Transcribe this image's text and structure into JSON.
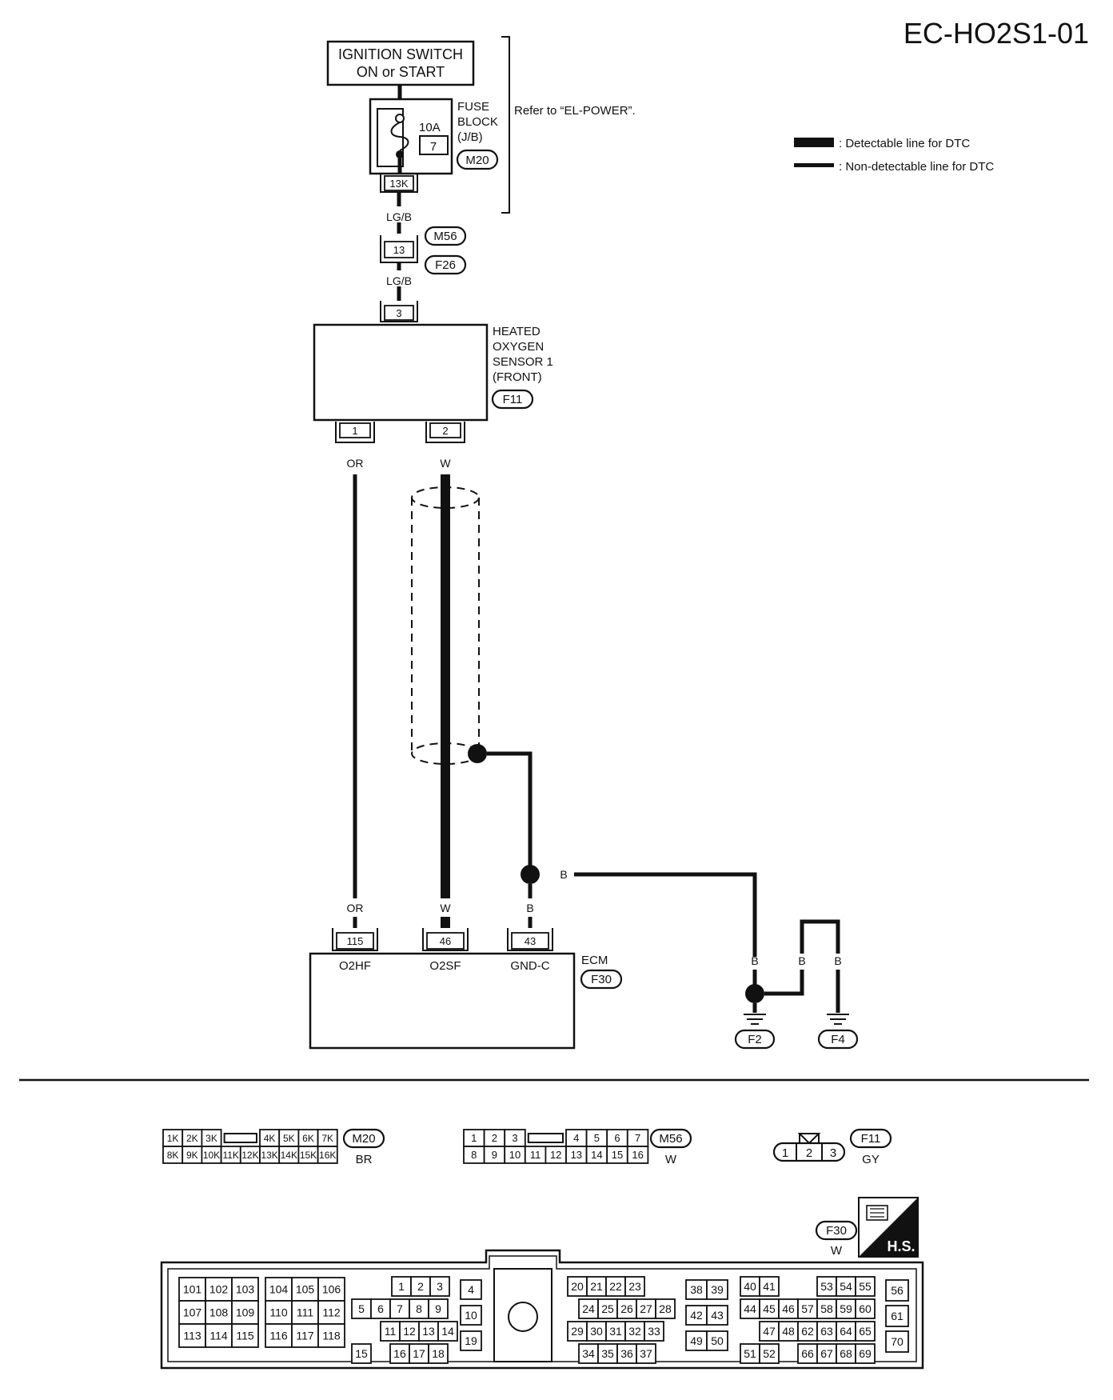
{
  "diagram_id": "EC-HO2S1-01",
  "ignition": {
    "line1": "IGNITION SWITCH",
    "line2": "ON or START"
  },
  "fuse_block": {
    "label1": "FUSE",
    "label2": "BLOCK",
    "label3": "(J/B)",
    "rating": "10A",
    "number": "7",
    "connector": "M20",
    "terminal": "13K"
  },
  "refer_note": "Refer to “EL-POWER”.",
  "legend": {
    "detectable": ": Detectable line for DTC",
    "non_detectable": ": Non-detectable line for DTC"
  },
  "wire_lgb_1": "LG/B",
  "wire_lgb_2": "LG/B",
  "joint": {
    "terminal": "13",
    "conn_top": "M56",
    "conn_bottom": "F26"
  },
  "sensor": {
    "terminal_top": "3",
    "line1": "HEATED",
    "line2": "OXYGEN",
    "line3": "SENSOR 1",
    "line4": "(FRONT)",
    "connector": "F11",
    "pin1": "1",
    "pin2": "2",
    "wire1": "OR",
    "wire2": "W"
  },
  "shield_wire": "B",
  "ecm": {
    "label": "ECM",
    "connector": "F30",
    "wires": [
      "OR",
      "W",
      "B"
    ],
    "terminals": [
      "115",
      "46",
      "43"
    ],
    "signals": [
      "O2HF",
      "O2SF",
      "GND-C"
    ]
  },
  "ground": {
    "wires": [
      "B",
      "B",
      "B"
    ],
    "points": [
      "F2",
      "F4"
    ]
  },
  "connectors": {
    "m20": {
      "id": "M20",
      "color": "BR",
      "row1": [
        "1K",
        "2K",
        "3K",
        "",
        "4K",
        "5K",
        "6K",
        "7K"
      ],
      "row2": [
        "8K",
        "9K",
        "10K",
        "11K",
        "12K",
        "13K",
        "14K",
        "15K",
        "16K"
      ]
    },
    "m56": {
      "id": "M56",
      "color": "W",
      "row1": [
        "1",
        "2",
        "3",
        "",
        "4",
        "5",
        "6",
        "7"
      ],
      "row2": [
        "8",
        "9",
        "10",
        "11",
        "12",
        "13",
        "14",
        "15",
        "16"
      ]
    },
    "f11": {
      "id": "F11",
      "color": "GY",
      "pins": [
        "1",
        "2",
        "3"
      ]
    },
    "f30": {
      "id": "F30",
      "color": "W",
      "badge": "H.S.",
      "g1": [
        [
          "101",
          "102",
          "103"
        ],
        [
          "107",
          "108",
          "109"
        ],
        [
          "113",
          "114",
          "115"
        ]
      ],
      "g2": [
        [
          "104",
          "105",
          "106"
        ],
        [
          "110",
          "111",
          "112"
        ],
        [
          "116",
          "117",
          "118"
        ]
      ],
      "g3": [
        [
          "",
          "",
          "1",
          "2",
          "3"
        ],
        [
          "5",
          "6",
          "7",
          "8",
          "9"
        ],
        [
          "",
          "11",
          "12",
          "13",
          "14"
        ],
        [
          "15",
          "",
          "16",
          "17",
          "18"
        ]
      ],
      "g4": [
        "4",
        "10",
        "19"
      ],
      "g5": [
        [
          "20",
          "21",
          "22",
          "23",
          ""
        ],
        [
          "",
          "24",
          "25",
          "26",
          "27",
          "28"
        ],
        [
          "29",
          "30",
          "31",
          "32",
          "33"
        ],
        [
          "",
          "34",
          "35",
          "36",
          "37"
        ]
      ],
      "g6": [
        [
          "38",
          "39"
        ],
        [
          "42",
          "43"
        ],
        [
          "49",
          "50"
        ]
      ],
      "g7": [
        [
          "40",
          "41",
          "",
          "",
          "53",
          "54",
          "55"
        ],
        [
          "44",
          "45",
          "46",
          "57",
          "58",
          "59",
          "60"
        ],
        [
          "",
          "47",
          "48",
          "62",
          "63",
          "64",
          "65"
        ],
        [
          "51",
          "52",
          "",
          "66",
          "67",
          "68",
          "69"
        ]
      ],
      "g8": [
        "56",
        "61",
        "70"
      ]
    }
  }
}
